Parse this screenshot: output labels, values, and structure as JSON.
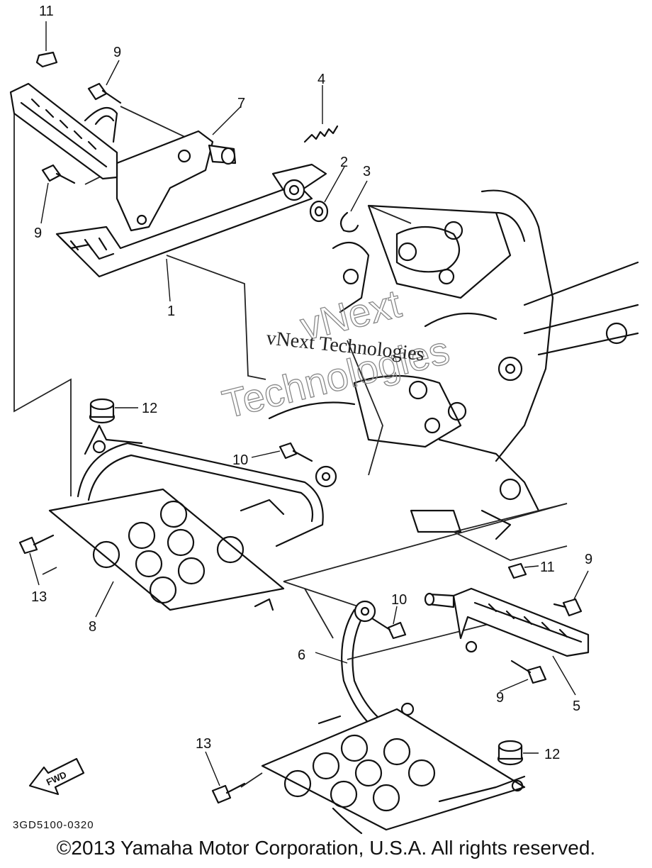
{
  "diagram": {
    "callouts": [
      "11",
      "9",
      "7",
      "4",
      "2",
      "3",
      "9",
      "1",
      "12",
      "10",
      "13",
      "8",
      "11",
      "9",
      "10",
      "6",
      "5",
      "9",
      "13",
      "12"
    ],
    "part_code": "3GD5100-0320",
    "fwd_label": "FWD",
    "watermark_line1": "vNext Technologies",
    "watermark_line2a": "vNext",
    "watermark_line2b": "Technologies"
  },
  "footer": {
    "copyright": "©2013 Yamaha Motor Corporation, U.S.A. All rights reserved."
  }
}
